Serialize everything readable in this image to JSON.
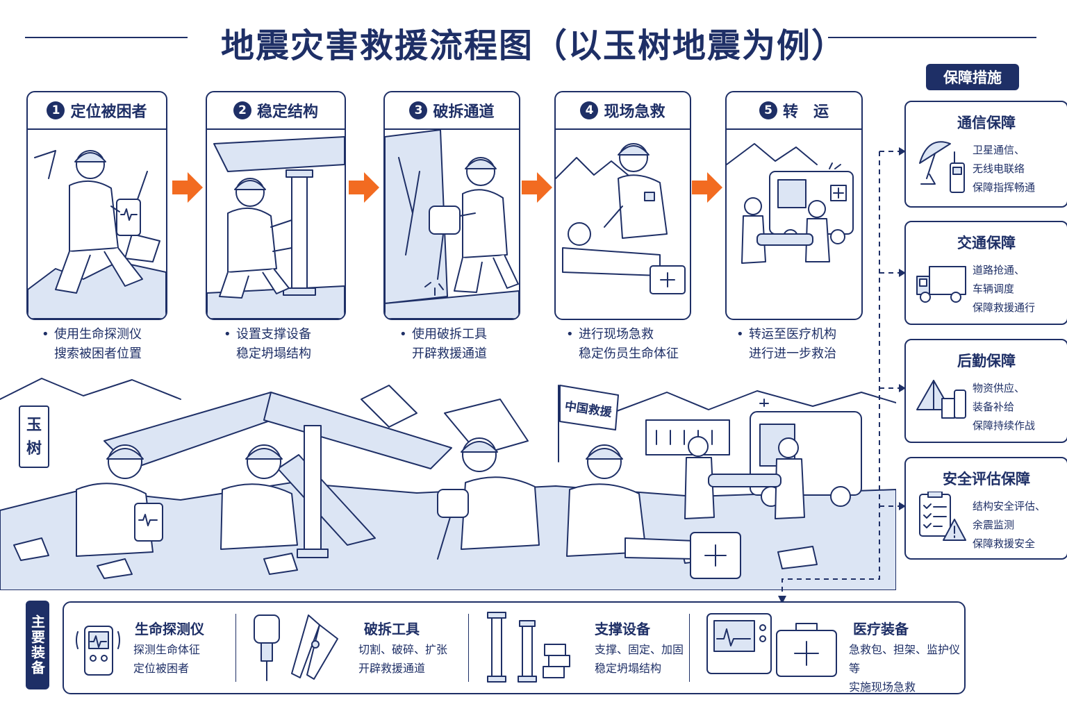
{
  "title": "地震灾害救援流程图（以玉树地震为例）",
  "steps": [
    {
      "num": "1",
      "title": "定位被困者",
      "lines": [
        "使用生命探测仪",
        "搜索被困者位置"
      ]
    },
    {
      "num": "2",
      "title": "稳定结构",
      "lines": [
        "设置支撑设备",
        "稳定坍塌结构"
      ]
    },
    {
      "num": "3",
      "title": "破拆通道",
      "lines": [
        "使用破拆工具",
        "开辟救援通道"
      ]
    },
    {
      "num": "4",
      "title": "现场急救",
      "lines": [
        "进行现场急救",
        "稳定伤员生命体征"
      ]
    },
    {
      "num": "5",
      "title": "转　运",
      "lines": [
        "转运至医疗机构",
        "进行进一步救治"
      ]
    }
  ],
  "scene": {
    "sign": "玉树",
    "flag": "中国救援"
  },
  "guarantee": {
    "tag": "保障措施",
    "cards": [
      {
        "title": "通信保障",
        "lines": [
          "卫星通信、",
          "无线电联络",
          "保障指挥畅通"
        ],
        "icon": "satellite-radio-icon"
      },
      {
        "title": "交通保障",
        "lines": [
          "道路抢通、",
          "车辆调度",
          "保障救援通行"
        ],
        "icon": "truck-icon"
      },
      {
        "title": "后勤保障",
        "lines": [
          "物资供应、",
          "装备补给",
          "保障持续作战"
        ],
        "icon": "tent-supplies-icon"
      },
      {
        "title": "安全评估保障",
        "lines": [
          "结构安全评估、",
          "余震监测",
          "保障救援安全"
        ],
        "icon": "clipboard-warning-icon"
      }
    ]
  },
  "equipment": {
    "tag": "主要装备",
    "items": [
      {
        "name": "生命探测仪",
        "lines": [
          "探测生命体征",
          "定位被困者"
        ]
      },
      {
        "name": "破拆工具",
        "lines": [
          "切割、破碎、扩张",
          "开辟救援通道"
        ]
      },
      {
        "name": "支撑设备",
        "lines": [
          "支撑、固定、加固",
          "稳定坍塌结构"
        ]
      },
      {
        "name": "医疗装备",
        "lines": [
          "急救包、担架、监护仪等",
          "实施现场急救"
        ]
      }
    ]
  },
  "colors": {
    "ink": "#1e2f66",
    "arrow": "#f26b21",
    "tint": "#dce5f4"
  }
}
